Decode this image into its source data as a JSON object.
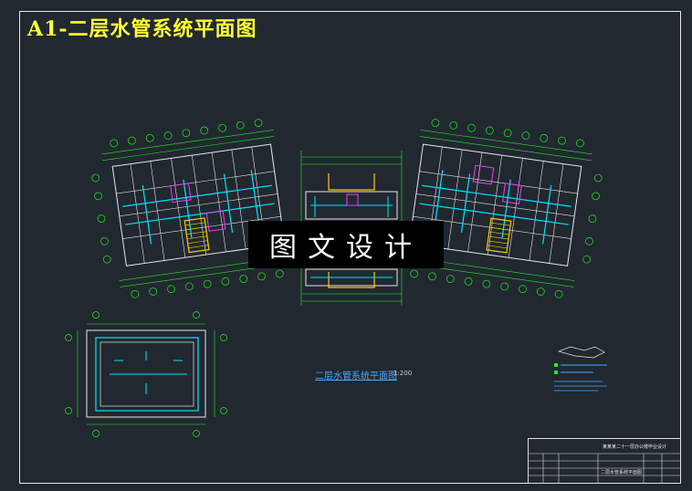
{
  "drawing_title": "A1-二层水管系统平面图",
  "watermark": "图文设计",
  "plan_caption": "二层水管系统平面图",
  "plan_scale": "1:200",
  "title_block": {
    "project_name": "某某某二十一层办公楼毕业设计",
    "sheet_name": "二层水管系统平面图"
  },
  "colors": {
    "background": "#212830",
    "title": "#ffff33",
    "dimension": "#22ee22",
    "wall": "#e8e8e8",
    "pipe_cyan": "#00e5ff",
    "pipe_blue": "#4aa8ff",
    "stair": "#ffcc00",
    "magenta": "#ff33ff"
  }
}
